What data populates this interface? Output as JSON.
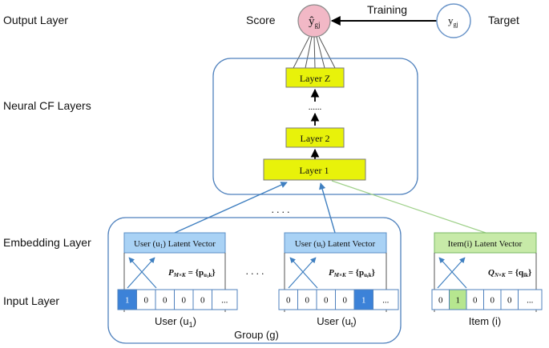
{
  "layer_labels": {
    "output": "Output Layer",
    "neural_cf": "Neural CF Layers",
    "embedding": "Embedding Layer",
    "input": "Input Layer"
  },
  "output": {
    "score_label": "Score",
    "score_symbol": "ŷ",
    "score_subscript": "gj",
    "training_label": "Training",
    "target_symbol": "y",
    "target_subscript": "gj",
    "target_label": "Target"
  },
  "ncf": {
    "layer_top": "Layer Z",
    "ellipsis": "......",
    "layer_2": "Layer 2",
    "layer_1": "Layer 1"
  },
  "between_embeddings": ". . . .",
  "embedding": {
    "user1_prefix": "User (u",
    "user1_sub": "1",
    "user1_suffix": ") Latent Vector",
    "usert_prefix": "User (u",
    "usert_sub": "t",
    "usert_suffix": ") Latent Vector",
    "item_label": "Item(i) Latent Vector",
    "user_matrix": "P",
    "user_matrix_dims": "M×K",
    "user1_matrix_rhs": "= {p",
    "user1_matrix_sub": "u",
    "user1_matrix_sub2": "1",
    "user1_matrix_sub3": "k",
    "usert_matrix_rhs": "= {p",
    "usert_matrix_sub": "u",
    "usert_matrix_sub2": "t",
    "usert_matrix_sub3": "k",
    "item_matrix": "Q",
    "item_matrix_dims": "N×K",
    "item_matrix_rhs": "= {q",
    "item_matrix_sub": "ik",
    "close_brace": "}",
    "middle_dots": ". . . ."
  },
  "input": {
    "user1_cells": [
      "1",
      "0",
      "0",
      "0",
      "0",
      "..."
    ],
    "usert_cells": [
      "0",
      "0",
      "0",
      "0",
      "1",
      "..."
    ],
    "item_cells": [
      "0",
      "1",
      "0",
      "0",
      "0",
      "..."
    ],
    "user1_label": "User (u",
    "user1_label_sub": "1",
    "user1_label_end": ")",
    "usert_label": "User (u",
    "usert_label_sub": "t",
    "usert_label_end": ")",
    "item_label": "Item (i)",
    "group_label": "Group (g)"
  },
  "colors": {
    "layer_fill": "#e8f20a",
    "score_fill": "#f2b8c6",
    "user_embedding_fill": "#a9d2f5",
    "item_embedding_fill": "#c7eaa8",
    "user_hot_cell": "#3c82d8",
    "item_hot_cell": "#b6e68f",
    "arrow_blue": "#3f7fc0",
    "arrow_green": "#9fd18a"
  }
}
